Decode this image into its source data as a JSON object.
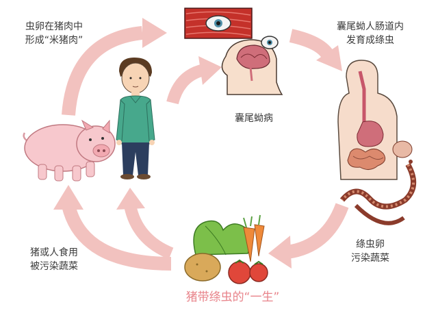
{
  "labels": {
    "top_left": [
      "虫卵在猪肉中",
      "形成“米猪肉”"
    ],
    "top_right": [
      "囊尾蚴人肠道内",
      "发育成绦虫"
    ],
    "center_top": "囊尾蚴病",
    "bottom_left": [
      "猪或人食用",
      "被污染蔬菜"
    ],
    "bottom_right": [
      "绦虫卵",
      "污染蔬菜"
    ]
  },
  "caption": "猪带绦虫的“一生”",
  "colors": {
    "arrow": "#f2c2bf",
    "caption": "#e8838a",
    "text": "#3a3a3a"
  },
  "icons": [
    "boy-icon",
    "pig-icon",
    "muscle-with-eye-icon",
    "head-with-brain-icon",
    "human-digestive-tract-icon",
    "tapeworm-icon",
    "vegetables-icon"
  ]
}
